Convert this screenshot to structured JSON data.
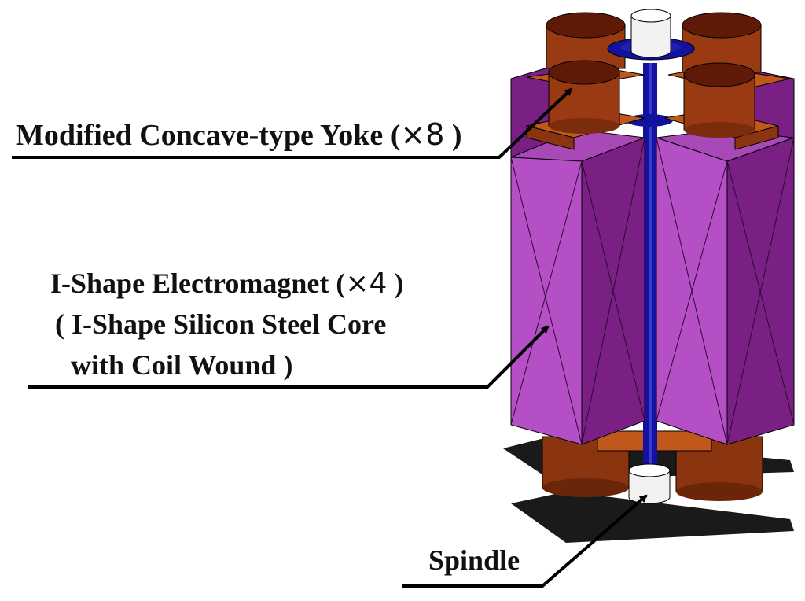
{
  "labels": {
    "yoke": "Modified Concave-type Yoke (",
    "yoke_count": "×8",
    "yoke_close": " )",
    "magnet_line1": "I-Shape Electromagnet (",
    "magnet_count": "×4",
    "magnet_close": " )",
    "magnet_line2": "( I-Shape Silicon Steel Core",
    "magnet_line3": "with Coil Wound )",
    "spindle": "Spindle"
  },
  "colors": {
    "core_front": "#b54fc6",
    "core_side": "#7a1f84",
    "core_top": "#a948b7",
    "yoke_copper": "#9a3a12",
    "yoke_top": "#5e1a06",
    "plate": "#c0581c",
    "spindle_blue": "#12129e",
    "spindle_white": "#f2f2f2",
    "leader_line": "#000000"
  }
}
